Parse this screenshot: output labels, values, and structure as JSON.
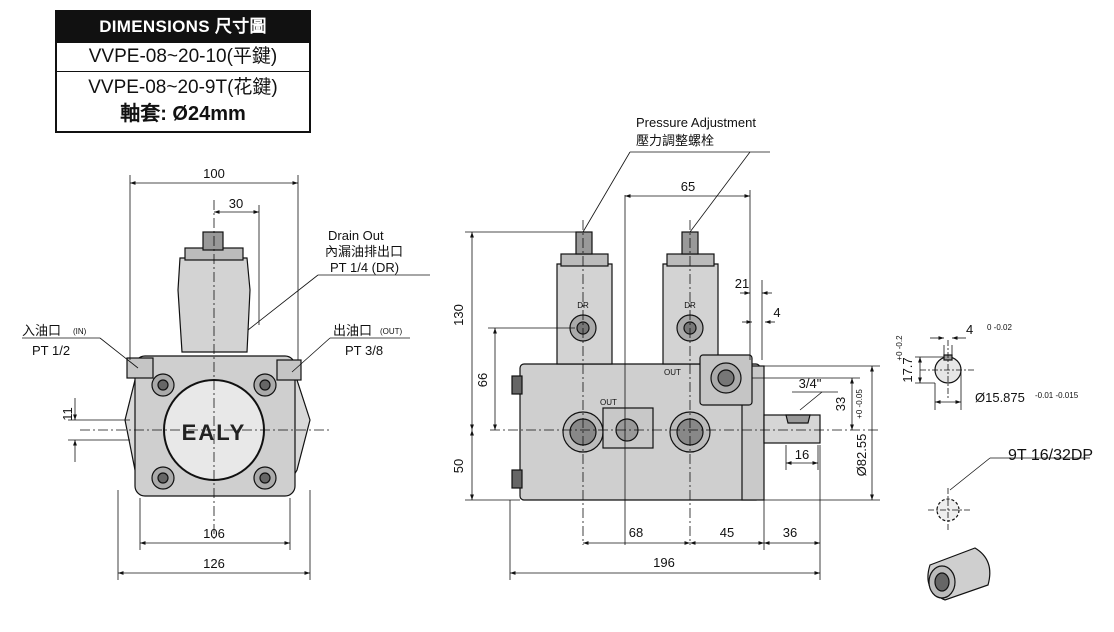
{
  "title": {
    "header": "DIMENSIONS 尺寸圖",
    "model_flat": "VVPE-08~20-10(平鍵)",
    "model_spline": "VVPE-08~20-9T(花鍵)",
    "shaft": "軸套:  Ø24mm"
  },
  "front": {
    "dim_top": "100",
    "dim_inner": "30",
    "dim_bolt": "106",
    "dim_base": "126",
    "dim_left": "11",
    "brand": "EALY",
    "drain_en": "Drain Out",
    "drain_zh": "內漏油排出口",
    "drain_pt": "PT 1/4  (DR)",
    "in_zh": "入油口",
    "in_tag": "(IN)",
    "in_pt": "PT 1/2",
    "out_zh": "出油口",
    "out_tag": "(OUT)",
    "out_pt": "PT 3/8"
  },
  "side": {
    "pressure_en": "Pressure Adjustment",
    "pressure_zh": "壓力調整螺栓",
    "dim_65": "65",
    "dim_21": "21",
    "dim_4": "4",
    "dim_130": "130",
    "dim_66": "66",
    "dim_50": "50",
    "dim_33": "33",
    "tol_33": "+0 -0.05",
    "dim_8255": "Ø82.55",
    "dim_34": "3/4\"",
    "dim_16": "16",
    "dim_68": "68",
    "dim_45": "45",
    "dim_36": "36",
    "dim_196": "196",
    "dr": "DR",
    "out": "OUT"
  },
  "key": {
    "dim_4": "4",
    "tol_4": "0 -0.02",
    "dim_177": "17.7",
    "tol_177": "+0 -0.2",
    "dim_15875": "Ø15.875",
    "tol_15875": "-0.01 -0.015"
  },
  "spline": {
    "label": "9T 16/32DP"
  }
}
